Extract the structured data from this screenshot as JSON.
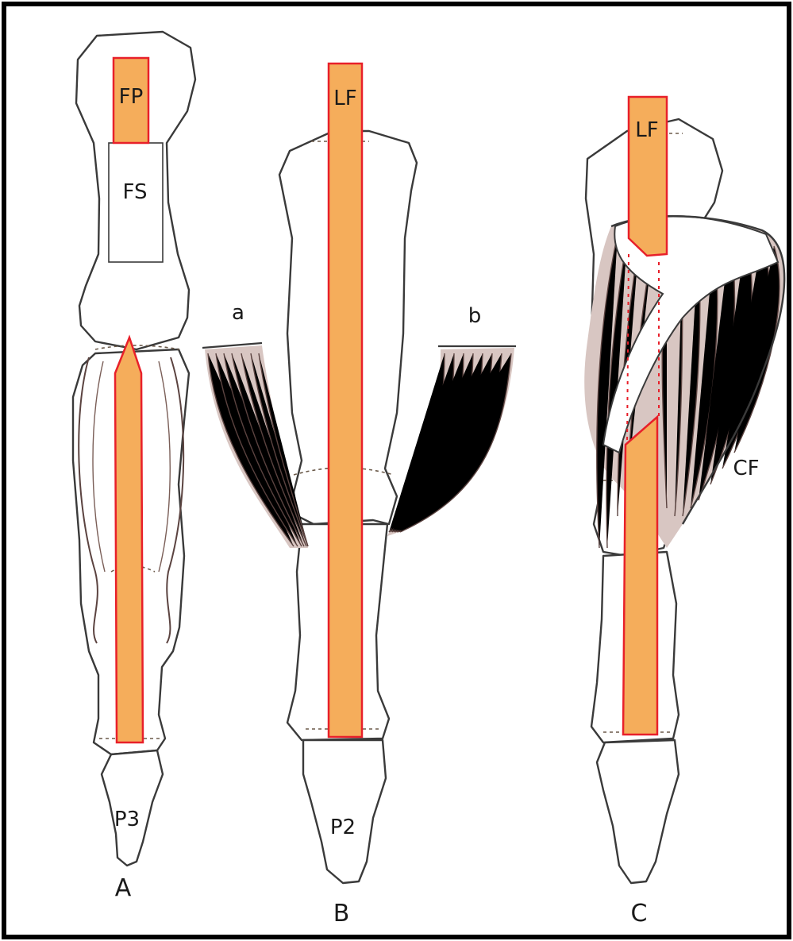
{
  "colors": {
    "tendon_fill": "#f5ad5b",
    "tendon_edge": "#e8202a",
    "bone_outline": "#3a3a3a",
    "muscle_tint": "#c9b3ae",
    "frame": "#000000"
  },
  "panels": {
    "A": {
      "caption": "A",
      "top_tendon_label": "FP",
      "bone_label": "FS",
      "tip_label": "P3"
    },
    "B": {
      "caption": "B",
      "tendon_label": "LF",
      "left_muscle_label": "a",
      "right_muscle_label": "b",
      "tip_label": "P2"
    },
    "C": {
      "caption": "C",
      "tendon_label": "LF",
      "muscle_label": "CF"
    }
  }
}
